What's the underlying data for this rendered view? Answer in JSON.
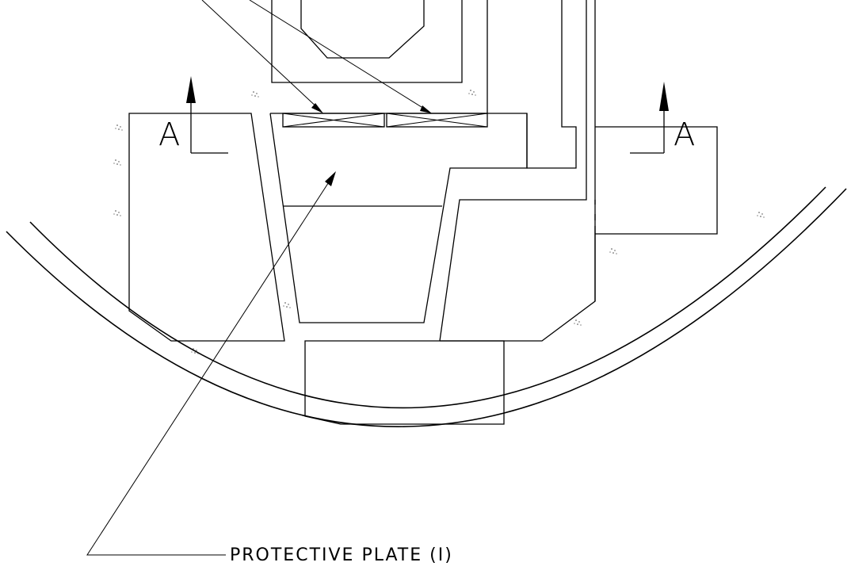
{
  "drawing": {
    "section_marker_left": "A",
    "section_marker_right": "A",
    "callout_label": "PROTECTIVE PLATE (I)"
  }
}
